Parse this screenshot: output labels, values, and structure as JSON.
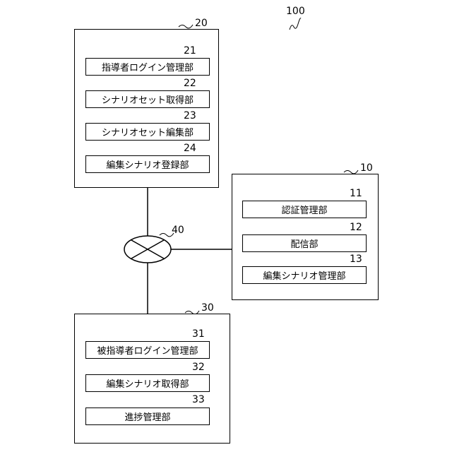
{
  "system": {
    "ref": "100"
  },
  "network": {
    "ref": "40"
  },
  "instructor_terminal": {
    "ref": "20",
    "units": [
      {
        "ref": "21",
        "label": "指導者ログイン管理部"
      },
      {
        "ref": "22",
        "label": "シナリオセット取得部"
      },
      {
        "ref": "23",
        "label": "シナリオセット編集部"
      },
      {
        "ref": "24",
        "label": "編集シナリオ登録部"
      }
    ]
  },
  "server": {
    "ref": "10",
    "units": [
      {
        "ref": "11",
        "label": "認証管理部"
      },
      {
        "ref": "12",
        "label": "配信部"
      },
      {
        "ref": "13",
        "label": "編集シナリオ管理部"
      }
    ]
  },
  "trainee_terminal": {
    "ref": "30",
    "units": [
      {
        "ref": "31",
        "label": "被指導者ログイン管理部"
      },
      {
        "ref": "32",
        "label": "編集シナリオ取得部"
      },
      {
        "ref": "33",
        "label": "進捗管理部"
      }
    ]
  }
}
